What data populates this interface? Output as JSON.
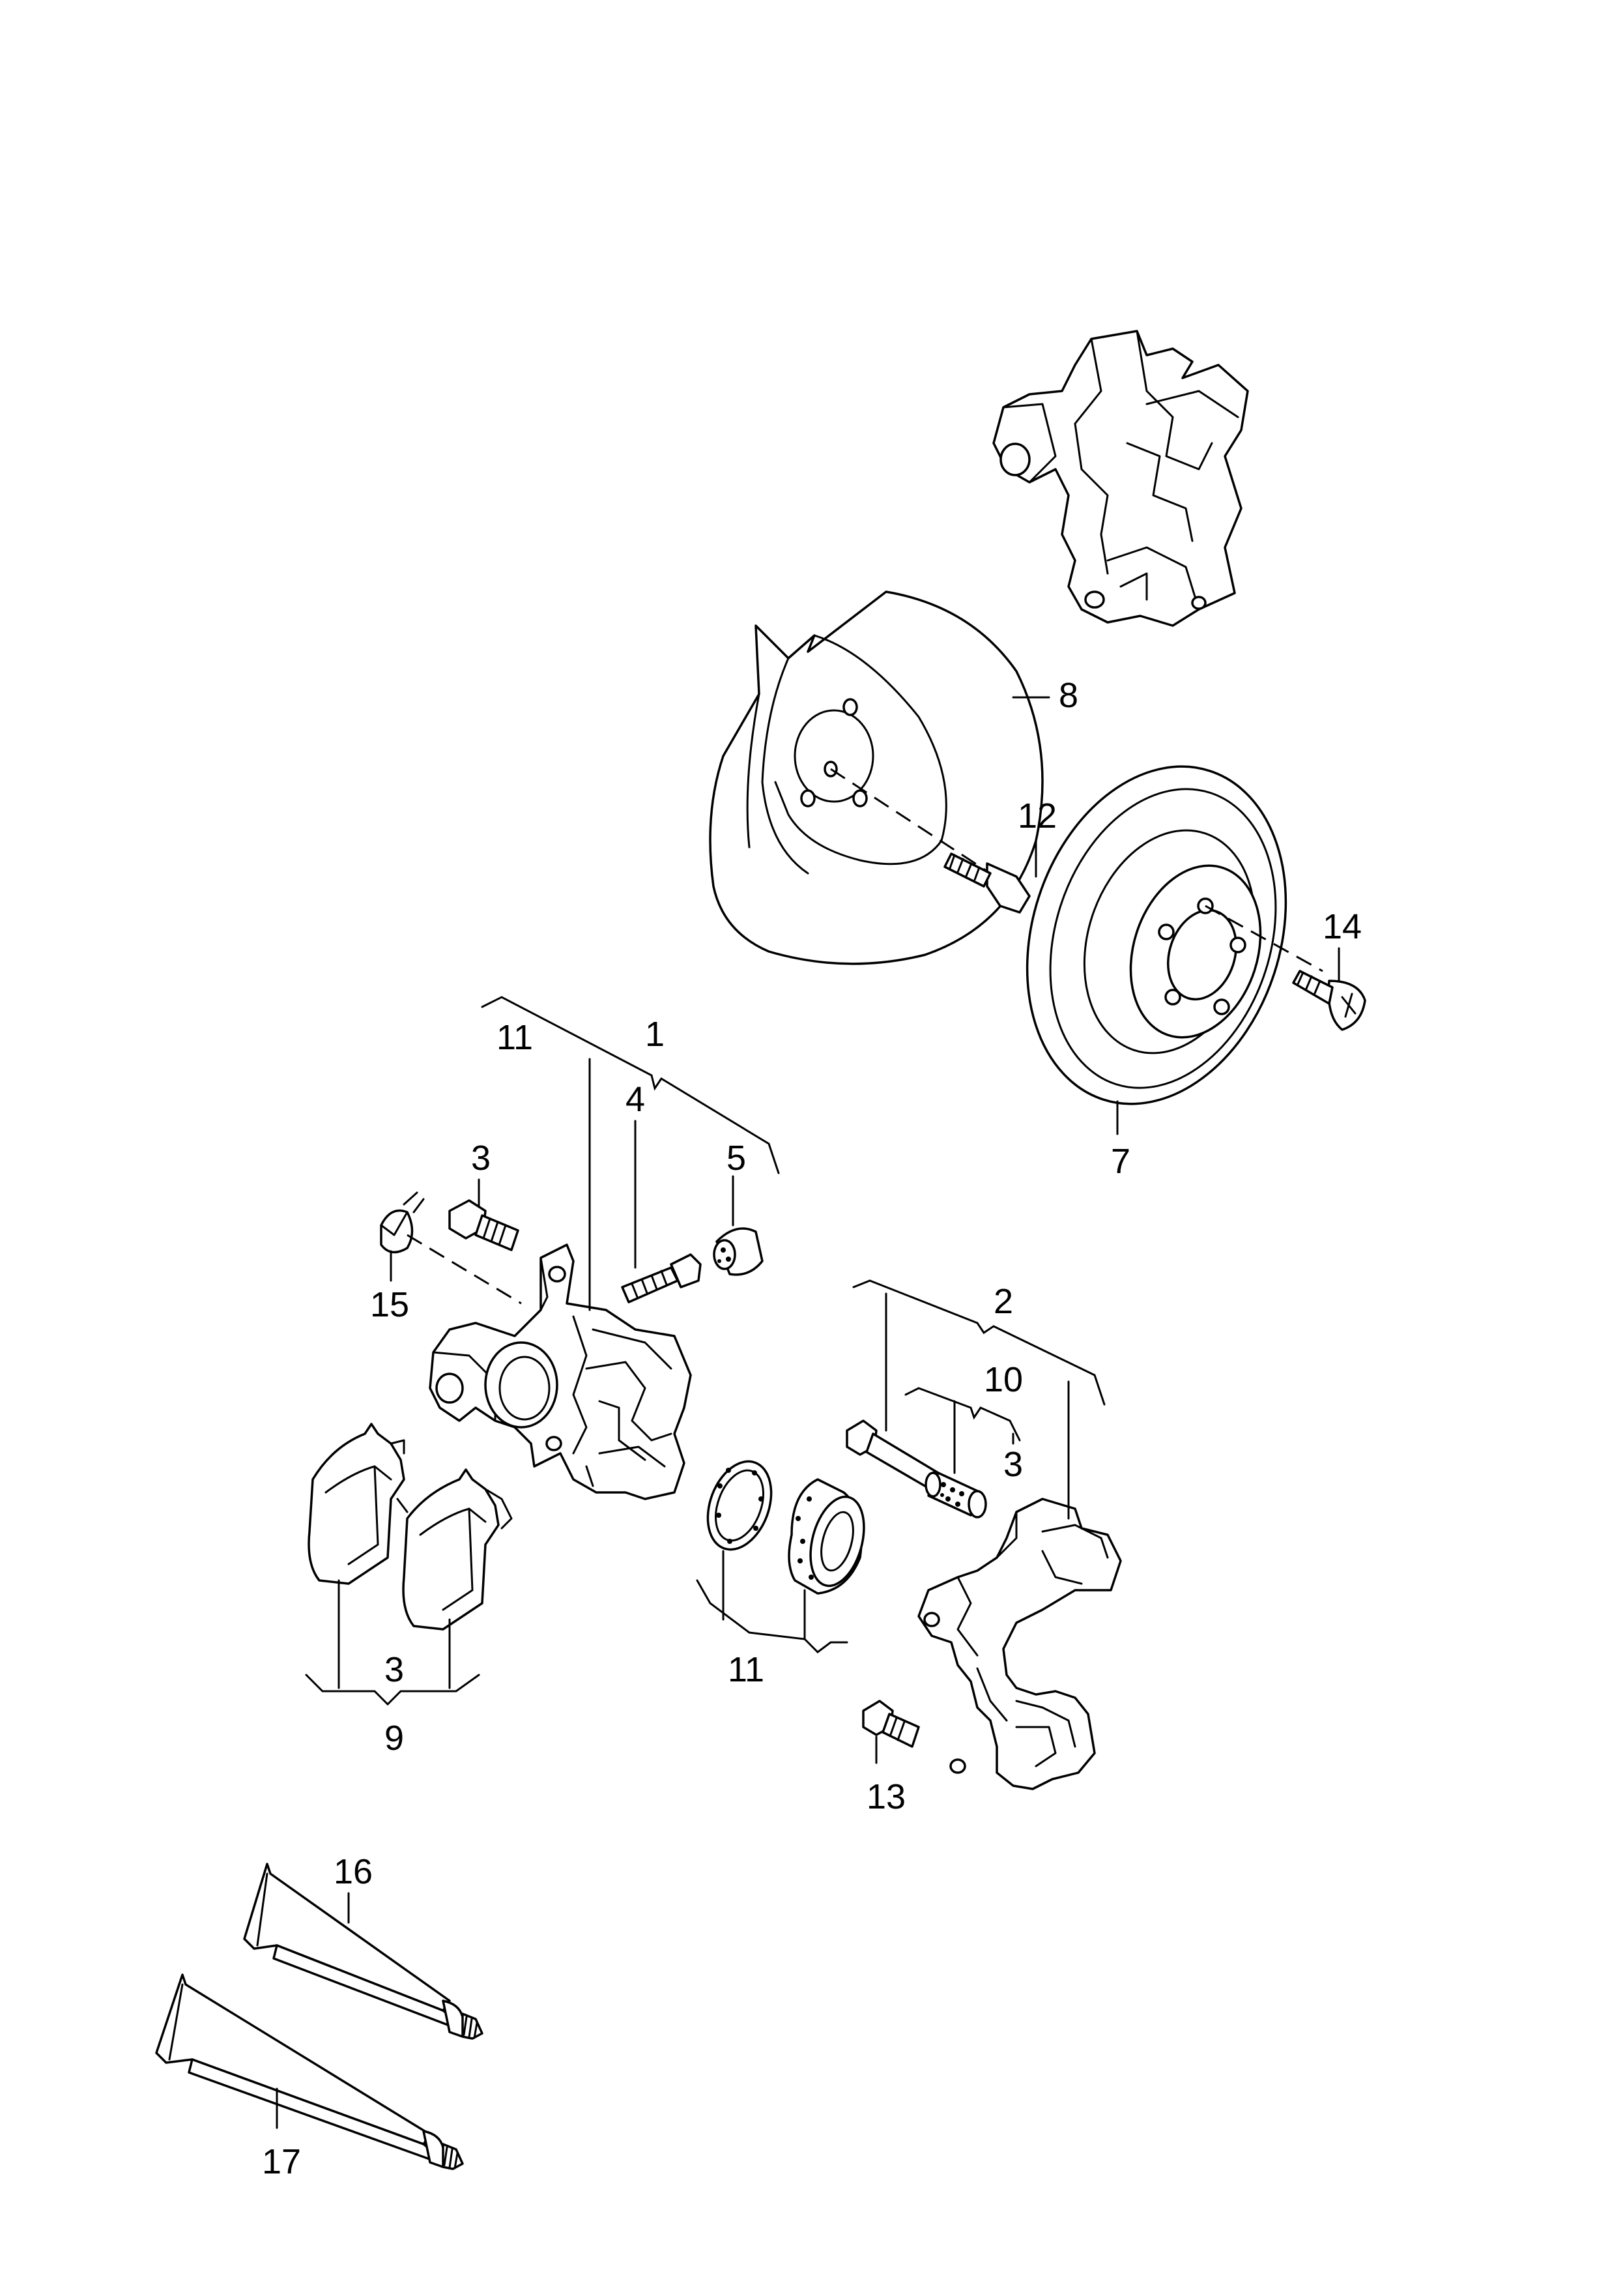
{
  "callouts": {
    "c1": "1",
    "c2": "2",
    "c3_bolt": "3",
    "c3_sleeve": "3",
    "c3_pads": "3",
    "c4": "4",
    "c5": "5",
    "c7": "7",
    "c8": "8",
    "c9": "9",
    "c10": "10",
    "c11_top": "11",
    "c11_bearing": "11",
    "c12": "12",
    "c13": "13",
    "c14": "14",
    "c15": "15",
    "c16": "16",
    "c17": "17"
  }
}
